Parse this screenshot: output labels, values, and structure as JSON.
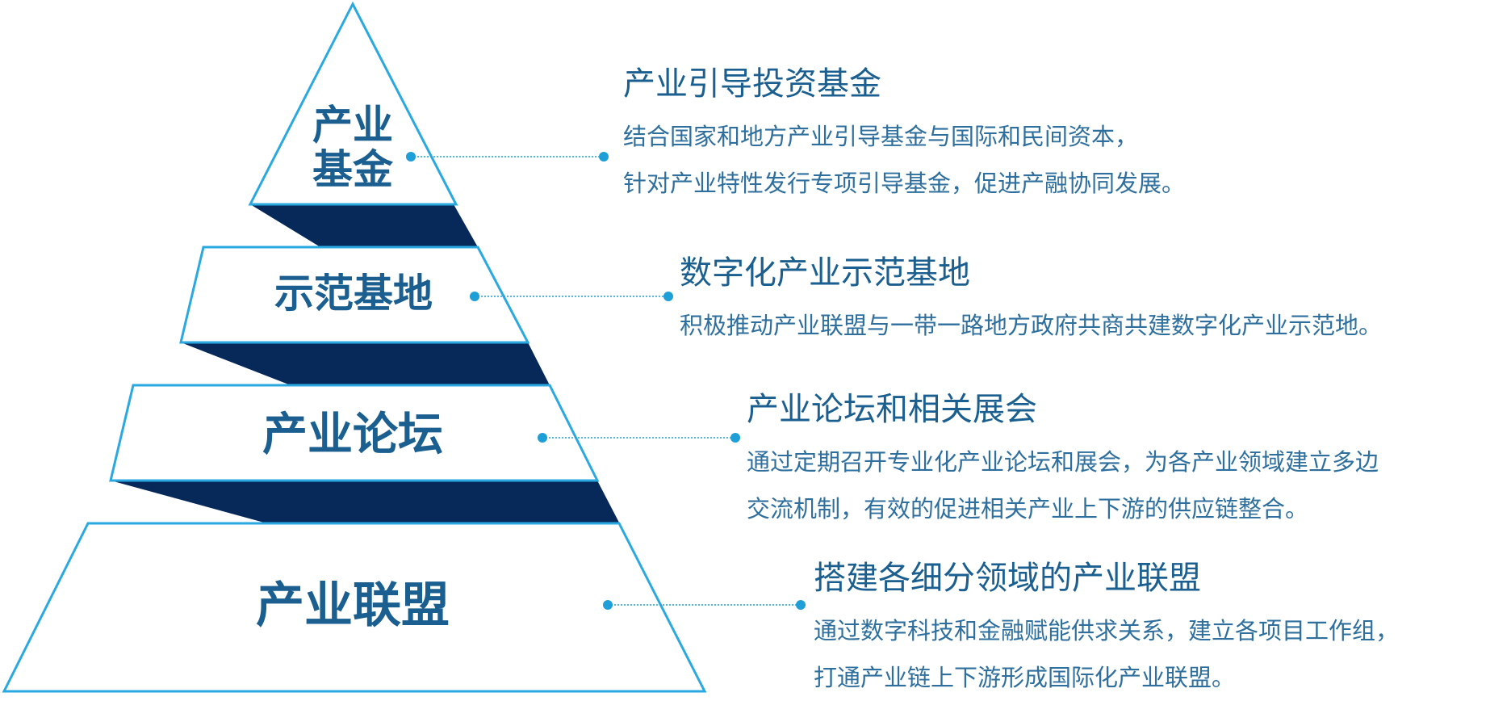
{
  "colors": {
    "outline": "#2aa9e0",
    "band": "#06295a",
    "label": "#1a5f8f",
    "desc_text": "#2e6f9e",
    "connector": "#1f9fd8"
  },
  "tiers": [
    {
      "label_lines": [
        "产业",
        "基金"
      ],
      "title": "产业引导投资基金",
      "lines": [
        "结合国家和地方产业引导基金与国际和民间资本，",
        "针对产业特性发行专项引导基金，促进产融协同发展。"
      ]
    },
    {
      "label_lines": [
        "示范基地"
      ],
      "title": "数字化产业示范基地",
      "lines": [
        "积极推动产业联盟与一带一路地方政府共商共建数字化产业示范地。"
      ]
    },
    {
      "label_lines": [
        "产业论坛"
      ],
      "title": "产业论坛和相关展会",
      "lines": [
        "通过定期召开专业化产业论坛和展会，为各产业领域建立多边",
        "交流机制，有效的促进相关产业上下游的供应链整合。"
      ]
    },
    {
      "label_lines": [
        "产业联盟"
      ],
      "title": "搭建各细分领域的产业联盟",
      "lines": [
        "通过数字科技和金融赋能供求关系，建立各项目工作组，",
        "打通产业链上下游形成国际化产业联盟。"
      ]
    }
  ]
}
